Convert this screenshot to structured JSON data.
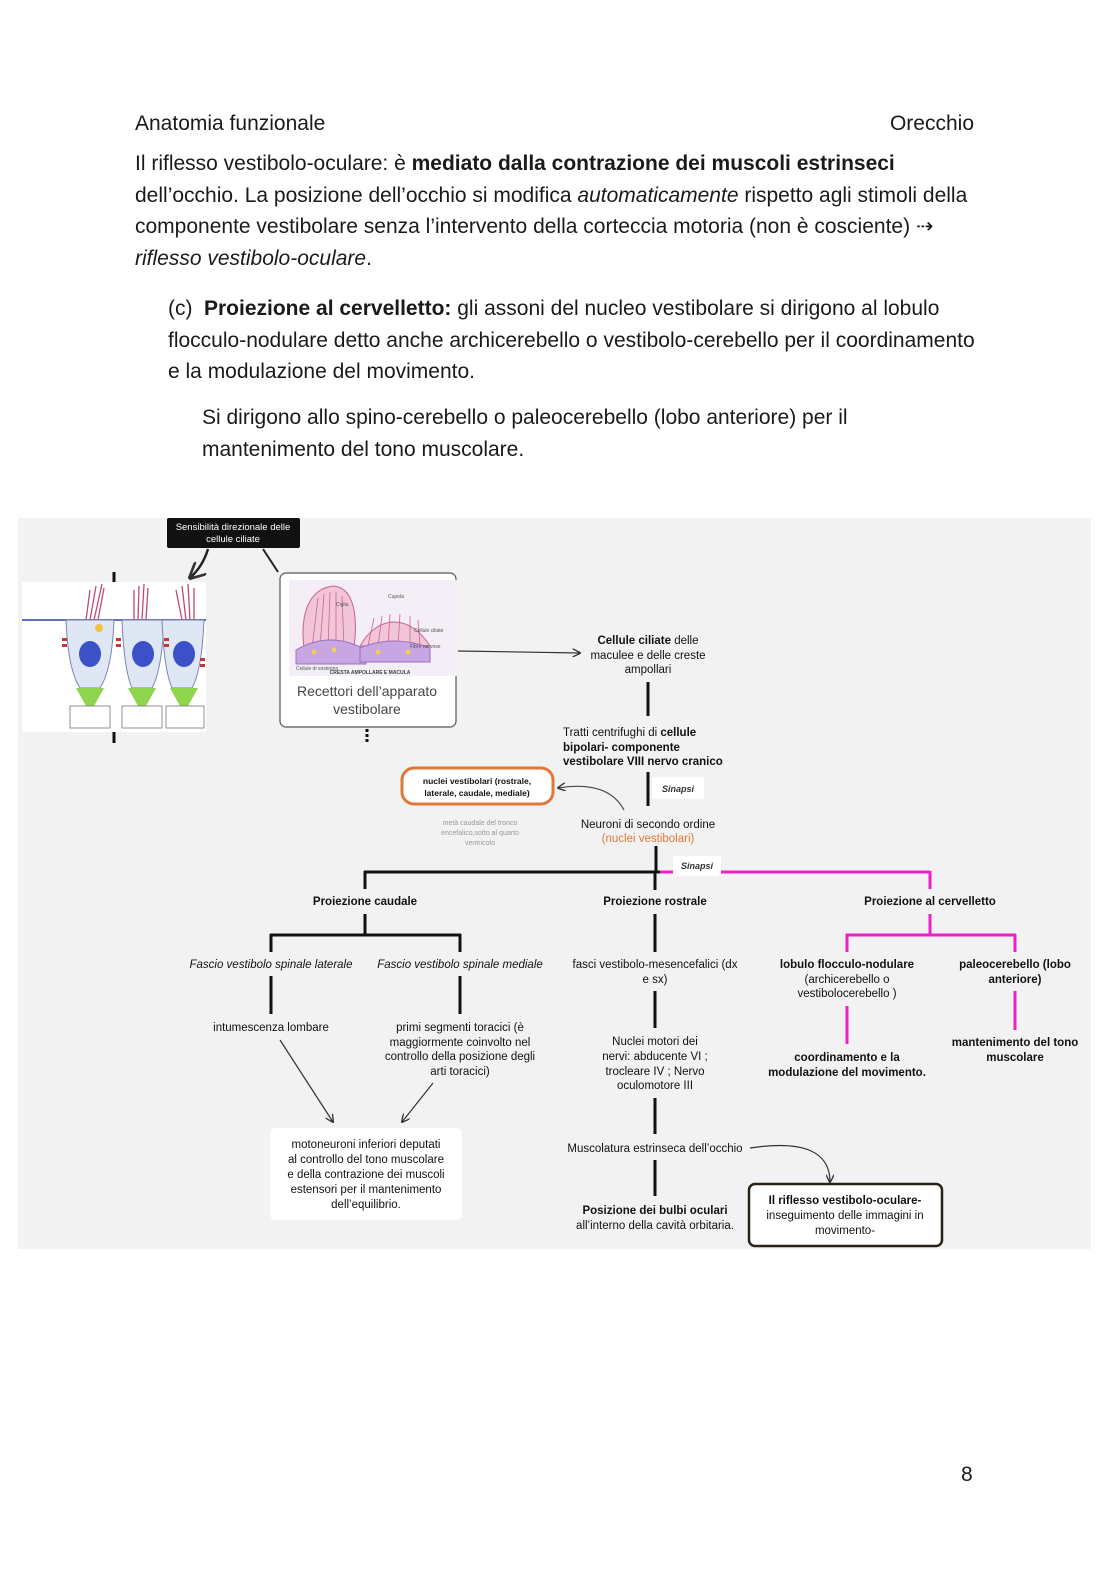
{
  "header": {
    "left": "Anatomia funzionale",
    "right": "Orecchio"
  },
  "paragraph1": {
    "a": "Il riflesso vestibolo-oculare: è ",
    "b_bold": "mediato dalla contrazione dei muscoli estrinseci",
    "c": " dell’occhio. La posizione dell’occhio si modifica ",
    "d_italic": "automaticamente",
    "e": " rispetto agli stimoli della componente vestibolare senza l’intervento della corteccia motoria (non è cosciente) ⇢ ",
    "f_italic": "riflesso vestibolo-oculare",
    "g": "."
  },
  "paragraph2": {
    "label": "(c)",
    "bold": "Proiezione al cervelletto:",
    "text": " gli assoni del nucleo vestibolare si dirigono al lobulo flocculo-nodulare detto anche archicerebello o vestibolo-cerebello per il coordinamento e la modulazione del movimento."
  },
  "paragraph3": "Si dirigono allo spino-cerebello o paleocerebello (lobo anteriore) per il mantenimento del tono muscolare.",
  "page_number": "8",
  "colors": {
    "pink": "#f020c8",
    "orange": "#e07838",
    "dark": "#111111",
    "bg": "#f2f2f2"
  },
  "diagram": {
    "sens_title": [
      "Sensibilità direzionale delle",
      "cellule ciliate"
    ],
    "receptor_caption": [
      "Recettori dell’apparato",
      "vestibolare"
    ],
    "receptor_labels": [
      "CRESTA AMPOLLARE E MACULA",
      "Cupola",
      "Ciglia",
      "Cellule ciliate",
      "Fibre nervose",
      "Cellule di sostegno"
    ],
    "cellule_ciliate": {
      "bold": "Cellule ciliate",
      "rest1": " delle",
      "rest2": "maculee e delle creste",
      "rest3": "ampollari"
    },
    "tratti": {
      "l1a": "Tratti centrifughi di ",
      "l1b": "cellule",
      "l2": "bipolari- componente",
      "l3": "vestibolare VIII nervo cranico"
    },
    "sinapsi1": "Sinapsi",
    "sinapsi2": "Sinapsi",
    "nuclei_box": [
      "nuclei vestibolari (rostrale,",
      "laterale, caudale, mediale)"
    ],
    "nuclei_note": [
      "metà caudale del tronco",
      "encefalico,sotto al quarto",
      "ventricolo"
    ],
    "second_order": {
      "line1": "Neuroni di secondo ordine",
      "line2": "(nuclei vestibolari)"
    },
    "proj_caudale": "Proiezione caudale",
    "proj_rostrale": "Proiezione rostrale",
    "proj_cerv": "Proiezione al cervelletto",
    "fasc_lat": "Fascio vestibolo spinale laterale",
    "fasc_med": "Fascio vestibolo spinale mediale",
    "intumescenza": "intumescenza lombare",
    "primi_segmenti": [
      "primi segmenti toracici (è",
      "maggiormente coinvolto nel",
      "controllo della posizione degli",
      "arti toracici)"
    ],
    "motoneuroni": [
      "motoneuroni inferiori deputati",
      "al controllo del tono muscolare",
      "e della contrazione dei muscoli",
      "estensori per il mantenimento",
      "dell’equilibrio."
    ],
    "fasci_mes": [
      "fasci vestibolo-mesencefalici (dx",
      "e sx)"
    ],
    "nuclei_motori": [
      "Nuclei motori  dei",
      "nervi: abducente VI ;",
      "trocleare IV ; Nervo",
      "oculomotore III"
    ],
    "muscolatura": "Muscolatura estrinseca dell’occhio",
    "posizione": {
      "bold": "Posizione dei bulbi oculari",
      "rest": "all’interno della cavità orbitaria."
    },
    "riflesso_box": {
      "bold": "Il riflesso vestibolo-oculare-",
      "rest1": "inseguimento delle immagini in",
      "rest2": "movimento-"
    },
    "lobulo": {
      "bold": "lobulo flocculo-nodulare",
      "rest1": "(archicerebello o",
      "rest2": "vestibolocerebello )"
    },
    "paleo": [
      "paleocerebello (lobo",
      "anteriore)"
    ],
    "coord": [
      "coordinamento e la",
      "modulazione del movimento."
    ],
    "mant": [
      "mantenimento del tono",
      "muscolare"
    ]
  }
}
